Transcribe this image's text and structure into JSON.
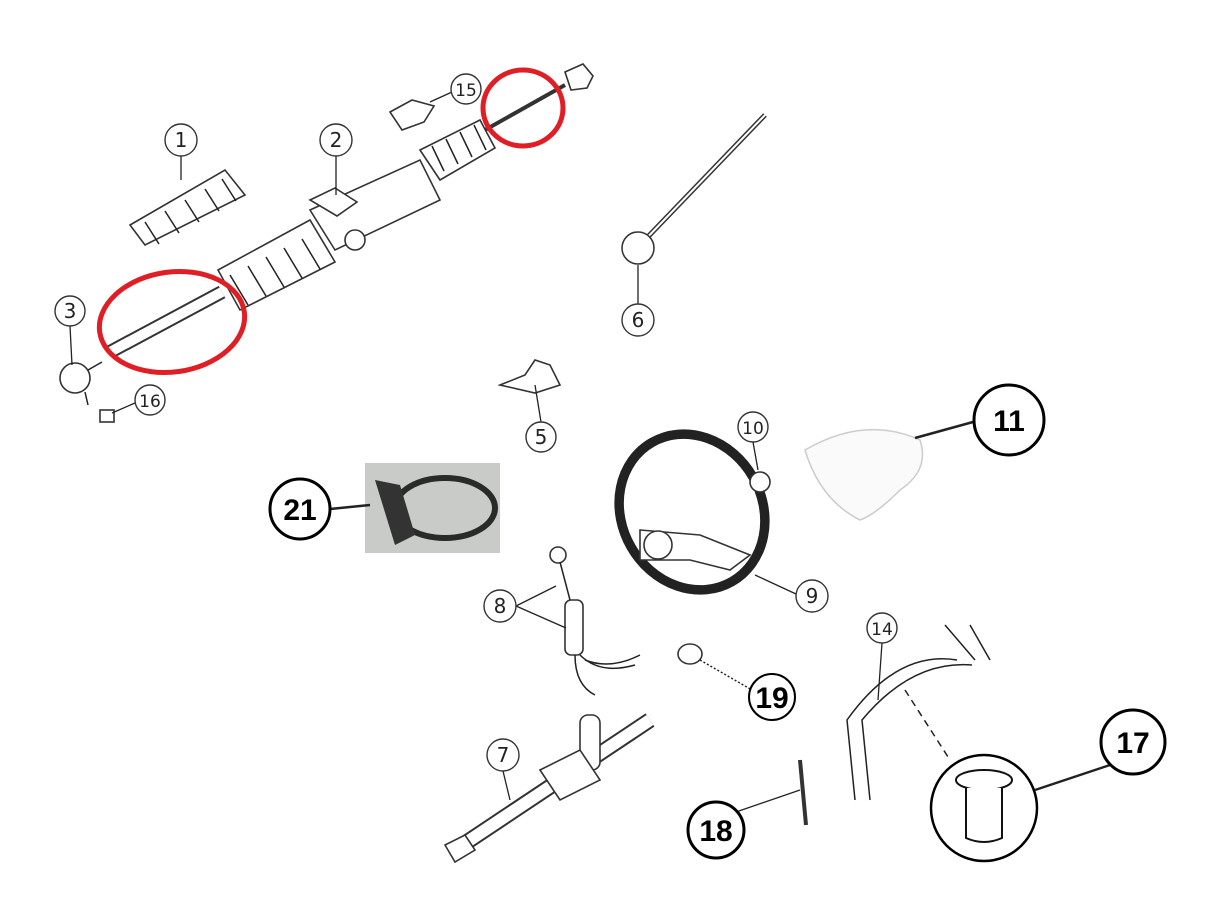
{
  "diagram": {
    "highlight_color": "#e01e26",
    "callouts": {
      "c1": "1",
      "c2": "2",
      "c3": "3",
      "c5": "5",
      "c6": "6",
      "c7": "7",
      "c8": "8",
      "c9": "9",
      "c10": "10",
      "c11": "11",
      "c14": "14",
      "c15": "15",
      "c16": "16",
      "c17": "17",
      "c18": "18",
      "c19": "19",
      "c21": "21"
    }
  }
}
